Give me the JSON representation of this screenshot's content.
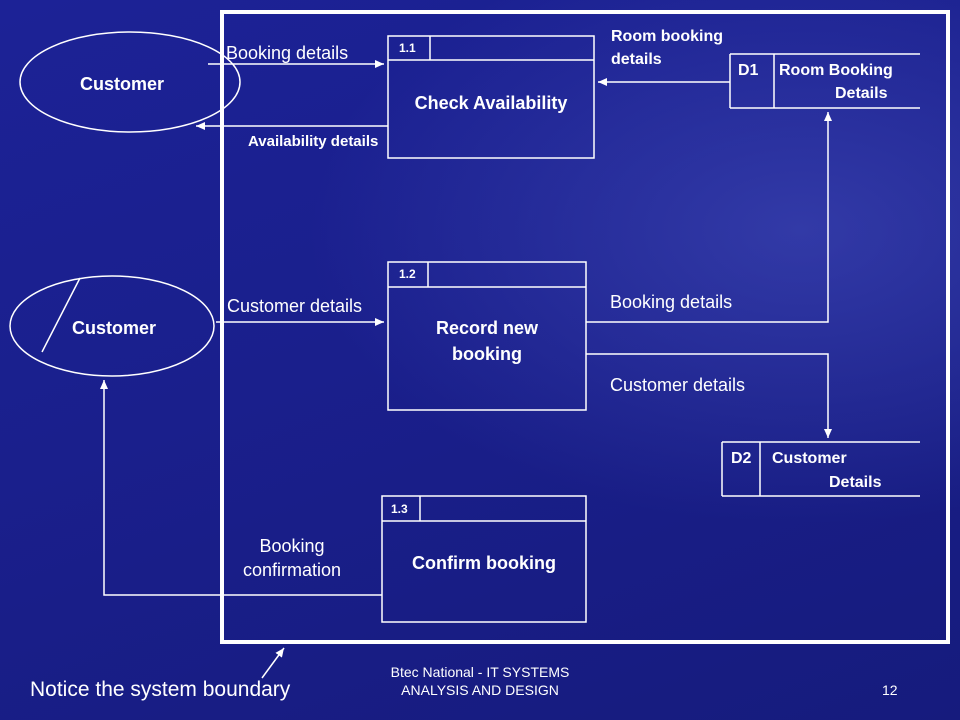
{
  "externals": {
    "customer_top": "Customer",
    "customer_mid": "Customer"
  },
  "processes": {
    "p1": {
      "id": "1.1",
      "name": "Check Availability"
    },
    "p2": {
      "id": "1.2",
      "name_line1": "Record new",
      "name_line2": "booking"
    },
    "p3": {
      "id": "1.3",
      "name": "Confirm booking"
    }
  },
  "stores": {
    "d1": {
      "id": "D1",
      "name_line1": "Room Booking",
      "name_line2": "Details"
    },
    "d2": {
      "id": "D2",
      "name_line1": "Customer",
      "name_line2": "Details"
    }
  },
  "flows": {
    "booking_details_in": "Booking details",
    "availability_details": "Availability details",
    "room_booking_line1": "Room booking",
    "room_booking_line2": "details",
    "customer_details_in": "Customer details",
    "booking_details_out": "Booking details",
    "customer_details_out": "Customer details",
    "booking_confirmation_line1": "Booking",
    "booking_confirmation_line2": "confirmation"
  },
  "annotation": "Notice the system boundary",
  "footer": {
    "line1": "Btec National - IT SYSTEMS",
    "line2": "ANALYSIS AND DESIGN",
    "page": "12"
  },
  "colors": {
    "background": "#1a1f8c",
    "lines": "#ffffff",
    "text": "#ffffff"
  }
}
